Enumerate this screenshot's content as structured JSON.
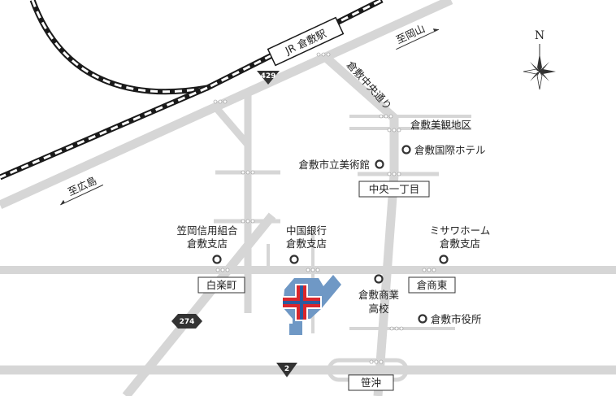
{
  "map": {
    "colors": {
      "road": "#d6d6d6",
      "rail": "#1a1a1a",
      "marker": "#333333",
      "hospital_building": "#6f98c5",
      "hospital_cross_red": "#d9262c",
      "hospital_cross_blue": "#2b5a9e"
    },
    "compass": {
      "north_label": "N"
    },
    "railway": {
      "station_label": "JR 倉敷駅"
    },
    "direction_labels": {
      "oka": "至岡山",
      "hiro": "至広島"
    },
    "street_label": "倉敷中央通り",
    "intersections": {
      "chuo_itchome": "中央一丁目",
      "hakuraku": "白楽町",
      "kurasho": "倉商東",
      "sasaoki": "笹沖"
    },
    "routes": {
      "r429": "429",
      "r274": "274",
      "r2": "2"
    },
    "landmarks": {
      "bikan": "倉敷美観地区",
      "hotel": "倉敷国際ホテル",
      "museum": "倉敷市立美術館",
      "misawa_1": "ミサワホーム",
      "misawa_2": "倉敷支店",
      "chugoku_1": "中国銀行",
      "chugoku_2": "倉敷支店",
      "kasaoka_1": "笠岡信用組合",
      "kasaoka_2": "倉敷支店",
      "shogyo_1": "倉敷商業",
      "shogyo_2": "高校",
      "city_hall": "倉敷市役所"
    },
    "hospital_marker": "hospital-cross-icon"
  }
}
